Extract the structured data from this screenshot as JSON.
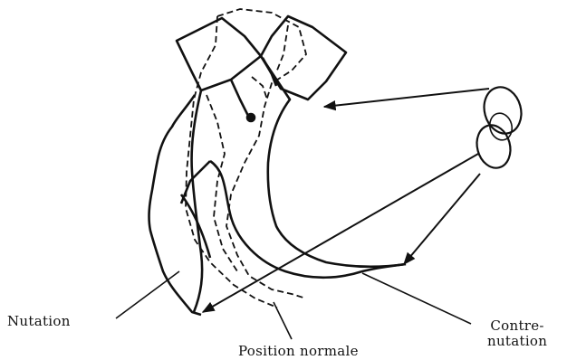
{
  "labels": {
    "nutation": "Nutation",
    "position_normale": "Position normale",
    "contre_nutation_line1": "Contre-",
    "contre_nutation_line2": "nutation"
  }
}
